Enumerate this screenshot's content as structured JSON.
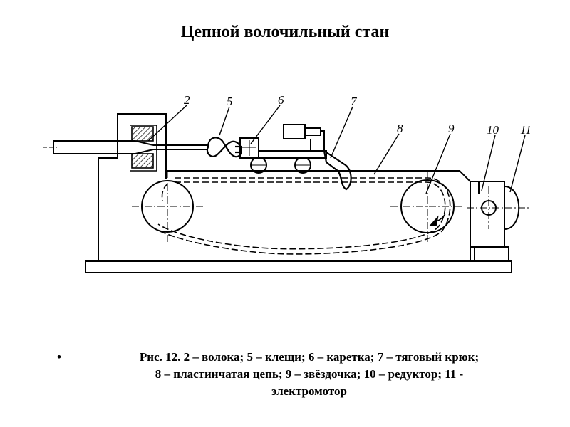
{
  "title": "Цепной волочильный стан",
  "callouts": {
    "c2": "2",
    "c5": "5",
    "c6": "6",
    "c7": "7",
    "c8": "8",
    "c9": "9",
    "c10": "10",
    "c11": "11"
  },
  "caption": {
    "bullet": "•",
    "lines": [
      "Рис. 12.  2 – волока; 5 – клещи; 6 – каретка; 7 – тяговый крюк;",
      "8 – пластинчатая цепь; 9 – звёздочка; 10 – редуктор; 11 -",
      "электромотор"
    ]
  }
}
